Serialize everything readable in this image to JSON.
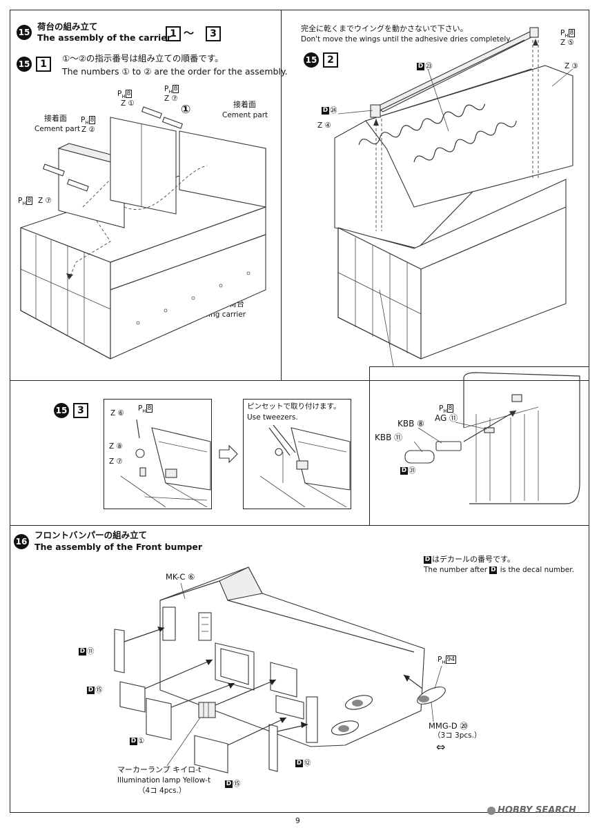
{
  "step15": {
    "number": "15",
    "title_jp": "荷台の組み立て",
    "title_en": "The assembly of the carrier",
    "range_from": "1",
    "range_sep": "〜",
    "range_to": "3"
  },
  "sub1": {
    "number": "15",
    "box": "1",
    "order_jp": "①〜②の指示番号は組み立ての順番です。",
    "order_en": "The numbers ① to ② are the order for the assembly.",
    "cement_jp_left": "接着面",
    "cement_en_left": "Cement part",
    "cement_jp_right": "接着面",
    "cement_en_right": "Cement part",
    "part_z1": "Z ①",
    "part_z7a": "Z ⑦",
    "part_z2": "Z ②",
    "part_z7b": "Z ⑦",
    "ph": "P",
    "ph_sub": "H",
    "ph_num": "8",
    "order1": "①",
    "order2": "②",
    "carrier_jp": "ウイング荷台",
    "carrier_en": "Wing carrier"
  },
  "sub2": {
    "number": "15",
    "box": "2",
    "warn_jp": "完全に乾くまでウイングを動かさないで下さい。",
    "warn_en": "Don't move the wings until the adhesive dries completely.",
    "part_z5": "Z ⑤",
    "part_z3": "Z ③",
    "part_z4": "Z ④",
    "decal_23": "㉓",
    "decal_24": "㉔",
    "ph_num": "8"
  },
  "sub3": {
    "number": "15",
    "box": "3",
    "part_z6": "Z ⑥",
    "part_z8": "Z ⑧",
    "part_z7": "Z ⑦",
    "tweezer_jp": "ピンセットで取り付けます。",
    "tweezer_en": "Use tweezers.",
    "ph_num": "8"
  },
  "detail": {
    "ag": "AG ⑪",
    "kbb8": "KBB ⑧",
    "kbb11": "KBB ⑪",
    "decal_31": "㉛",
    "ph_num": "8"
  },
  "step16": {
    "number": "16",
    "title_jp": "フロントバンパーの組み立て",
    "title_en": "The assembly of the Front bumper",
    "decal_note_jp": "はデカールの番号です。",
    "decal_note_en_a": "The number after",
    "decal_note_en_b": "is the decal number.",
    "mkc": "MK-C ⑥",
    "d11": "⑪",
    "d15a": "⑮",
    "d1": "①",
    "d12": "⑫",
    "d15b": "⑮",
    "ph94": "94",
    "mmgd": "MMG-D ⑳",
    "mmgd_qty": "（3コ 3pcs.）",
    "lamp_jp": "マーカーランプ キイロ-t",
    "lamp_en": "Illumination lamp Yellow-t",
    "lamp_qty": "（4コ 4pcs.）"
  },
  "footer": {
    "page": "9",
    "watermark": "HOBBY SEARCH"
  }
}
